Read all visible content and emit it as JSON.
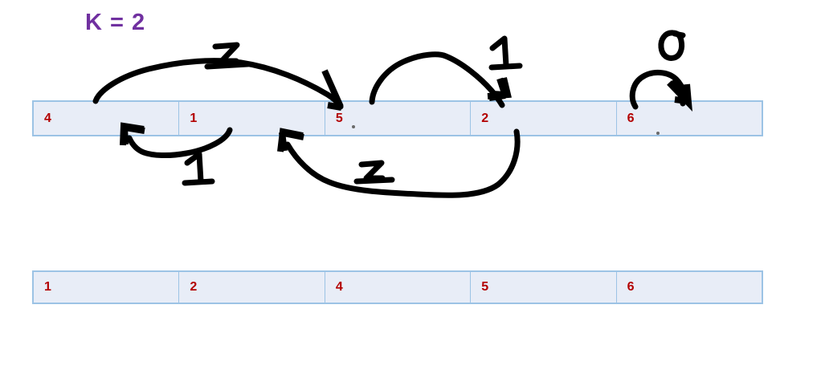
{
  "title": "K = 2",
  "title_color": "#7030a0",
  "colors": {
    "cell_fill": "#e8edf7",
    "cell_border": "#9cc3e5",
    "cell_text": "#b30000",
    "ink": "#000000"
  },
  "arrays": {
    "input": {
      "name": "unsorted-array",
      "cells": [
        {
          "value": "4"
        },
        {
          "value": "1"
        },
        {
          "value": "5"
        },
        {
          "value": "2"
        },
        {
          "value": "6"
        }
      ]
    },
    "output": {
      "name": "sorted-array",
      "cells": [
        {
          "value": "1"
        },
        {
          "value": "2"
        },
        {
          "value": "4"
        },
        {
          "value": "5"
        },
        {
          "value": "6"
        }
      ]
    }
  },
  "annotations": [
    {
      "id": "arc-4-to-5",
      "label": "2",
      "from_value": "4",
      "to_value": "5",
      "position": "above",
      "direction": "right"
    },
    {
      "id": "arc-5-to-2",
      "label": "1",
      "from_value": "5",
      "to_value": "2",
      "position": "above",
      "direction": "right"
    },
    {
      "id": "loop-6",
      "label": "0",
      "from_value": "6",
      "to_value": "6",
      "position": "above",
      "direction": "self-loop"
    },
    {
      "id": "arc-1-to-4",
      "label": "1",
      "from_value": "1",
      "to_value": "4",
      "position": "below",
      "direction": "left"
    },
    {
      "id": "arc-2-to-5",
      "label": "2",
      "from_value": "2",
      "to_value": "5",
      "position": "below",
      "direction": "left"
    }
  ]
}
